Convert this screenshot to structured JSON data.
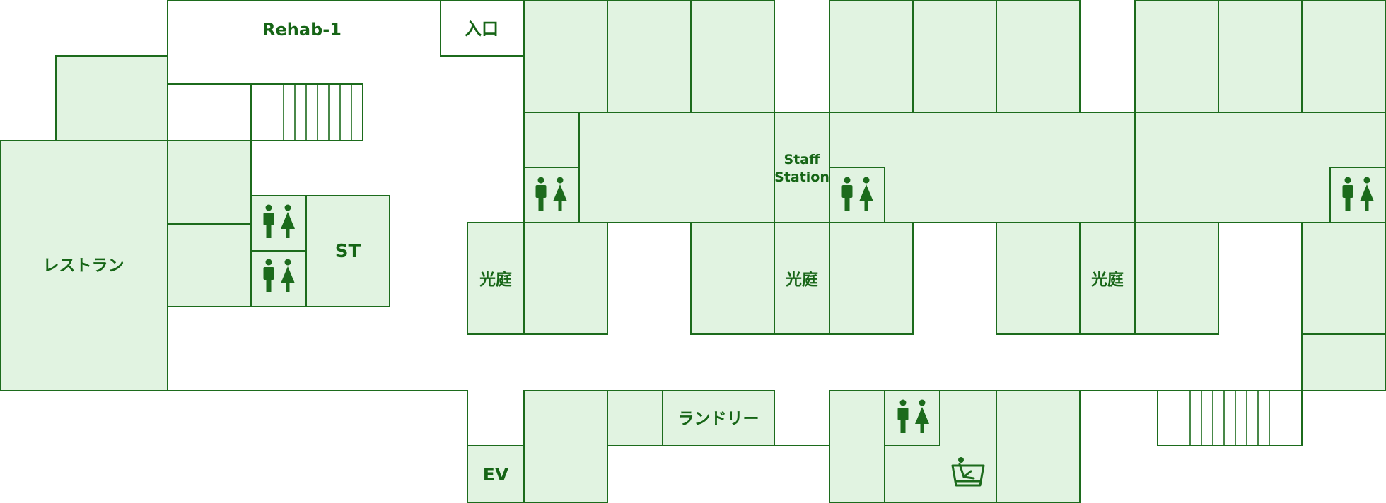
{
  "colors": {
    "room_fill": "#e1f3e1",
    "wall": "#1c6b1c",
    "label": "#166516",
    "background": "#ffffff"
  },
  "labels": {
    "rehab": "Rehab-1",
    "entrance": "入口",
    "restaurant": "レストラン",
    "st": "ST",
    "staff_line1": "Staff",
    "staff_line2": "Station",
    "courtyard": "光庭",
    "laundry": "ランドリー",
    "ev": "EV"
  },
  "icons": {
    "restroom": "restroom-icon",
    "bath": "bath-icon"
  }
}
